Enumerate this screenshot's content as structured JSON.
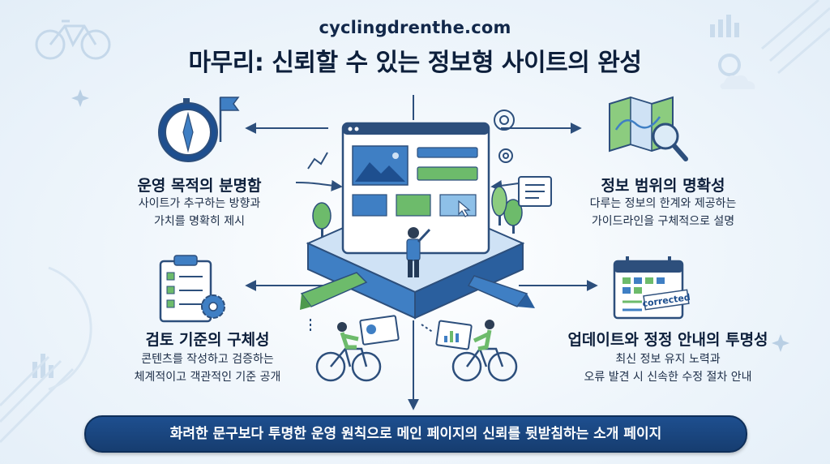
{
  "header": {
    "site": "cyclingdrenthe.com",
    "title": "마무리: 신뢰할 수 있는 정보형 사이트의 완성"
  },
  "sections": [
    {
      "heading": "운영 목적의 분명함",
      "lines": [
        "사이트가 추구하는 방향과",
        "가치를 명확히 제시"
      ],
      "icon": "compass-flag-icon"
    },
    {
      "heading": "정보 범위의 명확성",
      "lines": [
        "다루는 정보의 한계와 제공하는",
        "가이드라인을 구체적으로 설명"
      ],
      "icon": "map-magnifier-icon"
    },
    {
      "heading": "검토 기준의 구체성",
      "lines": [
        "콘텐츠를 작성하고 검증하는",
        "체계적이고 객관적인 기준 공개"
      ],
      "icon": "checklist-gear-icon"
    },
    {
      "heading": "업데이트와 정정 안내의 투명성",
      "lines": [
        "최신 정보 유지 노력과",
        "오류 발견 시 신속한 수정 절차 안내"
      ],
      "icon": "calendar-corrected-icon"
    }
  ],
  "calendar_tag": "corrected",
  "footer": {
    "text": "화려한 문구보다 투명한 운영 원칙으로 메인 페이지의 신뢰를 뒷받침하는 소개 페이지"
  },
  "colors": {
    "navy": "#1e4f8f",
    "blue": "#3f7fc4",
    "green": "#6dbb6b",
    "light_blue": "#cfe2f5"
  }
}
